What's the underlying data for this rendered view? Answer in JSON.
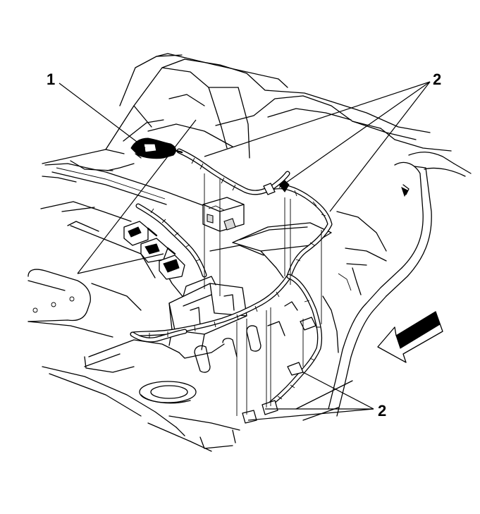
{
  "diagram": {
    "callouts": [
      {
        "id": "callout-1",
        "label": "1"
      },
      {
        "id": "callout-2-top",
        "label": "2"
      },
      {
        "id": "callout-2-bottom",
        "label": "2"
      }
    ],
    "forward_arrow_icon": "forward-direction-arrow-icon"
  }
}
